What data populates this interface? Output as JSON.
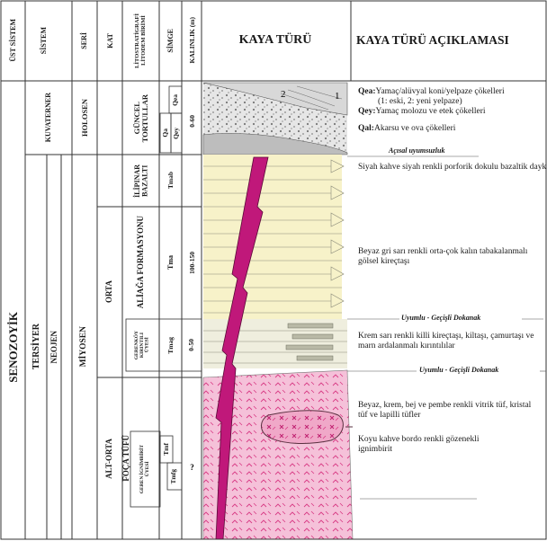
{
  "headers": {
    "ust_sistem": "ÜST SİSTEM",
    "sistem": "SİSTEM",
    "seri": "SERİ",
    "kat": "KAT",
    "lito": "LİTOSTRATİGRAFİ\nLİTODEM BİRİMİ",
    "simge": "SİMGE",
    "kalinlik": "KALINLIK (m)",
    "kaya_turu": "KAYA TÜRÜ",
    "aciklama": "KAYA TÜRÜ AÇIKLAMASI"
  },
  "eras": {
    "senozoyik": "SENOZOYİK",
    "kuvaterner": "KUVATERNER",
    "tersiyer": "TERSİYER",
    "holosen": "HOLOSEN",
    "neojen": "NEOJEN",
    "miyosen": "MİYOSEN",
    "orta": "ORTA",
    "alt_orta": "ALT-ORTA"
  },
  "units": {
    "guncel": "GÜNCEL\nTORTULLAR",
    "ilipinar": "İLİPINAR\nBAZALTI",
    "aliaga": "ALİAĞA FORMASYONU",
    "gerenkoy": "GERENKÖY\nKIRINTILI\nÜYESİ",
    "foca": "FOÇA TÜFÜ",
    "geren_ign": "GEREN İGNİMBİRİT\nÜYESİ"
  },
  "symbols": {
    "qa": "Qa",
    "qey": "Qey",
    "qea": "Qea",
    "tmab": "Tmab",
    "tma": "Tma",
    "tmag": "Tmag",
    "tmf": "Tmf",
    "tmfg": "Tmfg"
  },
  "thickness": {
    "t1": "0-60",
    "t2": "100-150",
    "t3": "0-50",
    "t4": "?"
  },
  "labels_col": {
    "one": "1",
    "two": "2"
  },
  "descriptions": {
    "qea_code": "Qea:",
    "qea_text": "Yamaç/alüvyal koni/yelpaze çökelleri",
    "qea_sub": "(1: eski, 2: yeni yelpaze)",
    "qey_code": "Qey:",
    "qey_text": "Yamaç molozu ve etek çökelleri",
    "qal_code": "Qal:",
    "qal_text": "Akarsu ve ova çökelleri",
    "c1": "Açısal uyumsuzluk",
    "tmab": "Siyah kahve siyah renkli porforik dokulu bazaltik dayk",
    "tma": "Beyaz gri sarı renkli orta-çok kalın tabakalanmalı gölsel kireçtaşı",
    "c2": "Uyumlu - Geçişli Dokanak",
    "tmag": "Krem sarı renkli killi kireçtaşı, kiltaşı, çamurtaşı ve marn ardalanmalı kırıntılılar",
    "c3": "Uyumlu - Geçişli Dokanak",
    "tmf": "Beyaz, krem, bej ve pembe renkli vitrik tüf, kristal tüf ve lapilli tüfler",
    "tmfg": "Koyu kahve bordo renkli gözenekli ignimbirit"
  },
  "colors": {
    "dike": "#c0187a",
    "limestone": "#f7f2c9",
    "tuff": "#f5c1d9",
    "tuff_mark": "#d83a84",
    "clastic": "#b9b9a6",
    "quaternary": "#e8e8e8"
  }
}
